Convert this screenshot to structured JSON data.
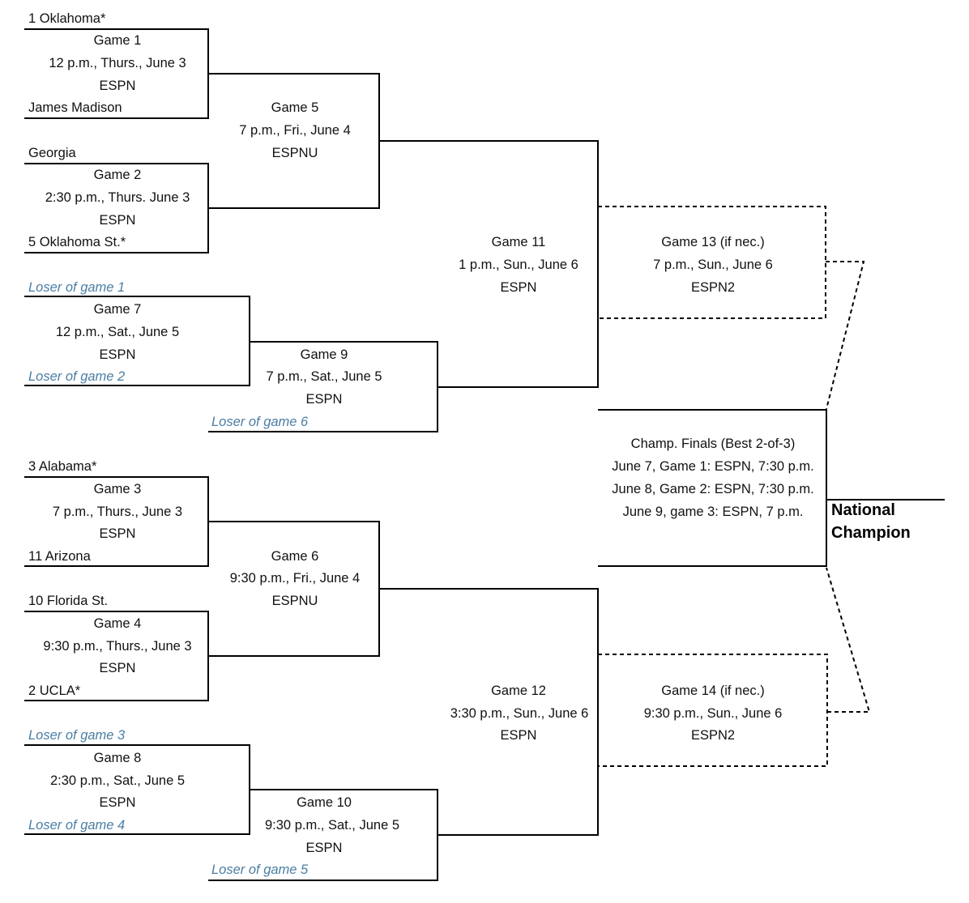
{
  "teams": {
    "oklahoma": "1  Oklahoma*",
    "james_madison": "James Madison",
    "georgia": "Georgia",
    "oklahoma_st": "5  Oklahoma St.*",
    "alabama": "3  Alabama*",
    "arizona": "11  Arizona",
    "florida_st": "10  Florida St.",
    "ucla": "2  UCLA*"
  },
  "losers": {
    "g1": "Loser of game 1",
    "g2": "Loser of game 2",
    "g3": "Loser of game 3",
    "g4": "Loser of game 4",
    "g5": "Loser of game 5",
    "g6": "Loser of game 6"
  },
  "games": {
    "g1": [
      "Game 1",
      "12 p.m., Thurs., June 3",
      "ESPN"
    ],
    "g2": [
      "Game 2",
      "2:30 p.m., Thurs. June 3",
      "ESPN"
    ],
    "g3": [
      "Game 3",
      "7 p.m., Thurs., June 3",
      "ESPN"
    ],
    "g4": [
      "Game 4",
      "9:30 p.m., Thurs., June 3",
      "ESPN"
    ],
    "g5": [
      "Game 5",
      "7 p.m., Fri., June 4",
      "ESPNU"
    ],
    "g6": [
      "Game 6",
      "9:30 p.m., Fri., June 4",
      "ESPNU"
    ],
    "g7": [
      "Game 7",
      "12 p.m., Sat., June 5",
      "ESPN"
    ],
    "g8": [
      "Game 8",
      "2:30 p.m., Sat., June 5",
      "ESPN"
    ],
    "g9": [
      "Game 9",
      "7 p.m., Sat., June 5",
      "ESPN"
    ],
    "g10": [
      "Game 10",
      "9:30 p.m., Sat., June 5",
      "ESPN"
    ],
    "g11": [
      "Game 11",
      "1 p.m., Sun., June 6",
      "ESPN"
    ],
    "g12": [
      "Game 12",
      "3:30 p.m., Sun., June 6",
      "ESPN"
    ],
    "g13": [
      "Game 13 (if nec.)",
      "7 p.m., Sun., June 6",
      "ESPN2"
    ],
    "g14": [
      "Game 14 (if nec.)",
      "9:30 p.m., Sun., June 6",
      "ESPN2"
    ]
  },
  "finals": [
    "Champ. Finals (Best 2-of-3)",
    "June 7, Game 1: ESPN, 7:30 p.m.",
    "June 8, Game 2: ESPN, 7:30 p.m.",
    "June 9, game 3: ESPN, 7 p.m."
  ],
  "champion_label": "National Champion",
  "colors": {
    "line": "#000000",
    "loser_text": "#4a7ea4"
  }
}
